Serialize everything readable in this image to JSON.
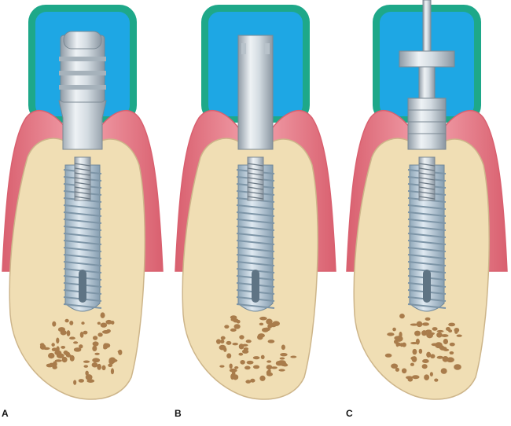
{
  "figure": {
    "panels": [
      {
        "label": "A",
        "component": "healing-abutment"
      },
      {
        "label": "B",
        "component": "straight-transfer-abutment"
      },
      {
        "label": "C",
        "component": "transfer-pin-with-coping"
      }
    ]
  },
  "colors": {
    "impression_material": "#1ea7e4",
    "impression_tray": "#1ea889",
    "gingiva": "#ee8e9c",
    "gingiva_dark": "#d9606f",
    "bone": "#f0deb4",
    "bone_marrow": "#a97c4b",
    "metal_light": "#dfe5ea",
    "metal_dark": "#9aa6b0",
    "implant_thread": "#c3d3e0"
  }
}
